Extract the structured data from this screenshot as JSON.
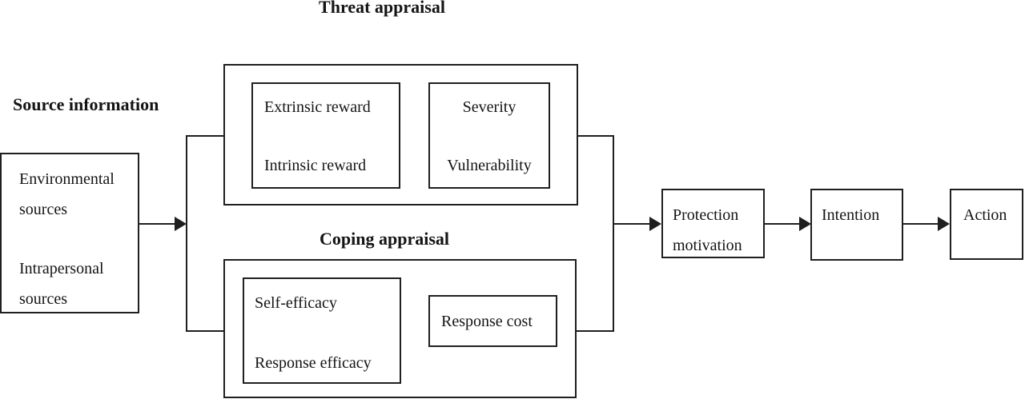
{
  "titles": {
    "threat": "Threat appraisal",
    "coping": "Coping appraisal",
    "source": "Source information"
  },
  "boxes": {
    "source": {
      "lines": [
        "Environmental",
        "sources",
        "Intrapersonal",
        "sources"
      ]
    },
    "reward": {
      "lines": [
        "Extrinsic reward",
        "Intrinsic reward"
      ]
    },
    "threat_factors": {
      "lines": [
        "Severity",
        "Vulnerability"
      ]
    },
    "efficacy": {
      "lines": [
        "Self-efficacy",
        "Response efficacy"
      ]
    },
    "cost": {
      "label": "Response cost"
    },
    "protection": {
      "lines": [
        "Protection",
        "motivation"
      ]
    },
    "intention": {
      "label": "Intention"
    },
    "action": {
      "label": "Action"
    }
  },
  "colors": {
    "line": "#1f1f1f",
    "text": "#141414",
    "background": "#ffffff"
  }
}
